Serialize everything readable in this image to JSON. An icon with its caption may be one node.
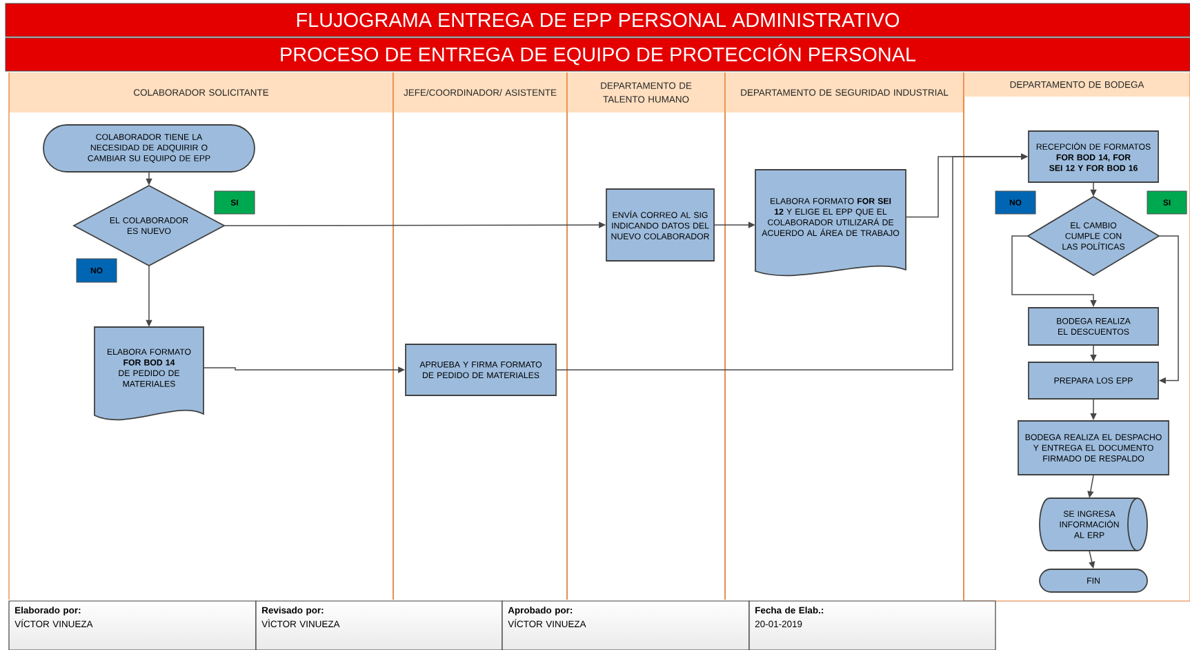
{
  "diagram": {
    "nodes": [
      {
        "text": [
          "FLUJOGRAMA ENTREGA DE EPP PERSONAL ADMINISTRATIVO"
        ]
      },
      {
        "text": [
          "PROCESO DE ENTREGA DE EQUIPO DE PROTECCIÓN PERSONAL"
        ]
      },
      {
        "text": [
          "COLABORADOR SOLICITANTE"
        ]
      },
      {
        "text": [
          "JEFE/COORDINADOR/ ASISTENTE"
        ]
      },
      {
        "text": [
          "DEPARTAMENTO DE TALENTO HUMANO"
        ]
      },
      {
        "text": [
          "DEPARTAMENTO DE SEGURIDAD INDUSTRIAL"
        ]
      },
      {
        "text": [
          "DEPARTAMENTO DE BODEGA"
        ]
      },
      {
        "text": [
          "COLABORADOR TIENE LA NECESIDAD DE ADQUIRIR O CAMBIAR SU EQUIPO DE EPP"
        ],
        "in": 2
      },
      {
        "text": [
          "SI"
        ],
        "in": 2
      },
      {
        "text": [
          "EL COLABORADOR ES NUEVO"
        ],
        "in": 2
      },
      {
        "text": [
          "NO"
        ],
        "in": 2
      },
      {
        "text": [
          "ELABORA FORMATO **FOR BOD 14** DE PEDIDO DE MATERIALES"
        ],
        "in": 2
      },
      {
        "text": [
          "APRUEBA Y FIRMA FORMATO DE PEDIDO DE MATERIALES"
        ],
        "in": 3
      },
      {
        "text": [
          "ENVÍA CORREO AL SIG INDICANDO DATOS DEL NUEVO COLABORADOR"
        ],
        "in": 4
      },
      {
        "text": [
          "ELABORA FORMATO **FOR SEI 12** Y ELIGE EL EPP QUE EL COLABORADOR UTILIZARÁ DE ACUERDO AL ÁREA DE TRABAJO"
        ],
        "in": 5
      },
      {
        "text": [
          "RECEPCIÓN DE FORMATOS **FOR BOD 14, FOR SEI 12 Y FOR BOD 16**"
        ],
        "in": 6
      },
      {
        "text": [
          "NO"
        ],
        "in": 6
      },
      {
        "text": [
          "SI"
        ],
        "in": 6
      },
      {
        "text": [
          "EL CAMBIO CUMPLE CON LAS POLÍTICAS"
        ],
        "in": 6
      },
      {
        "text": [
          "BODEGA REALIZA EL DESCUENTOS"
        ],
        "in": 6
      },
      {
        "text": [
          "PREPARA LOS EPP"
        ],
        "in": 6
      },
      {
        "text": [
          "BODEGA REALIZA EL DESPACHO Y ENTREGA EL DOCUMENTO FIRMADO DE RESPALDO"
        ],
        "in": 6
      },
      {
        "text": [
          "SE INGRESA INFORMACIÓN AL ERP"
        ],
        "in": 6
      },
      {
        "text": [
          "FIN"
        ],
        "in": 6
      },
      {
        "text": [
          "Elaborado por:",
          "VÍCTOR VINUEZA"
        ]
      },
      {
        "text": [
          "Revisado por:",
          "VÌCTOR VINUEZA"
        ]
      },
      {
        "text": [
          "Aprobado por:",
          "VÍCTOR VINUEZA"
        ]
      },
      {
        "text": [
          "Fecha de Elab.:",
          "20-01-2019"
        ]
      }
    ],
    "edges": [
      {
        "from": 7,
        "to": 9,
        "arrow": "to"
      },
      {
        "from": 9,
        "to": 13,
        "arrow": "to"
      },
      {
        "from": 9,
        "to": 11,
        "arrow": "to"
      },
      {
        "from": 11,
        "to": 12,
        "arrow": "to"
      },
      {
        "from": 13,
        "to": 14,
        "arrow": "to"
      },
      {
        "from": 14,
        "to": 15,
        "arrow": "to"
      },
      {
        "from": 12,
        "to": 15,
        "arrow": "to"
      },
      {
        "from": 15,
        "to": 18,
        "arrow": "to"
      },
      {
        "from": 18,
        "to": 19,
        "arrow": "to"
      },
      {
        "from": 18,
        "to": 20,
        "arrow": "to"
      },
      {
        "from": 19,
        "to": 20,
        "arrow": "to"
      },
      {
        "from": 20,
        "to": 21,
        "arrow": "to"
      },
      {
        "from": 21,
        "to": 22,
        "arrow": "to"
      },
      {
        "from": 22,
        "to": 23,
        "arrow": "to"
      }
    ]
  }
}
